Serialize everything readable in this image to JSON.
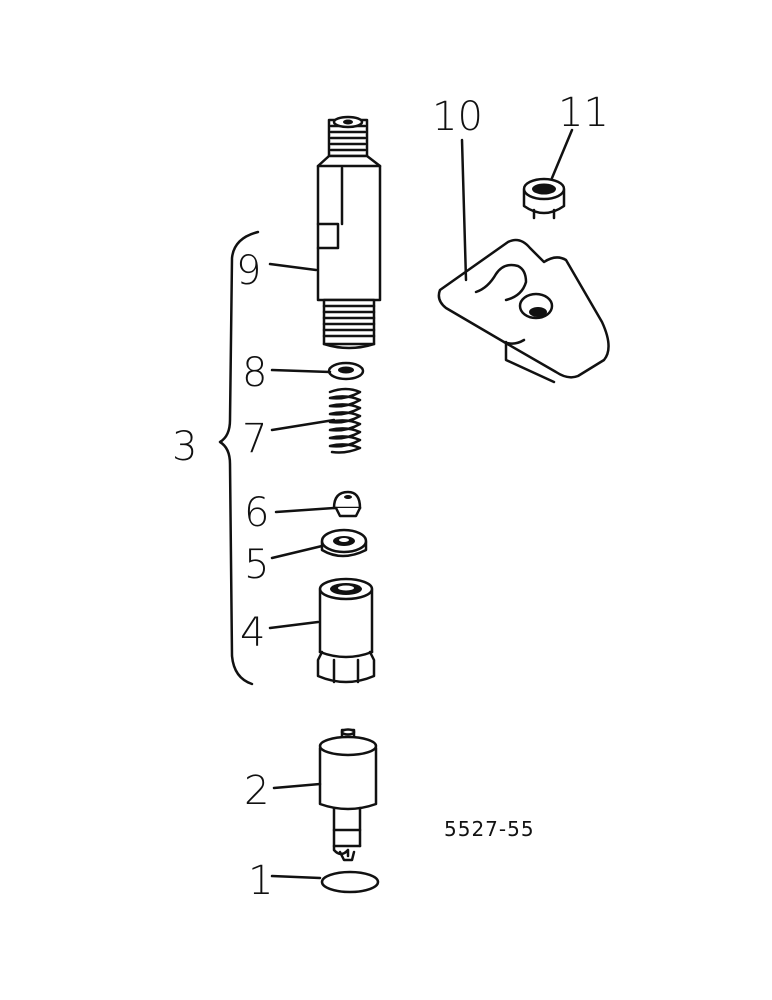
{
  "callouts": {
    "c1": "1",
    "c2": "2",
    "c3": "3",
    "c4": "4",
    "c5": "5",
    "c6": "6",
    "c7": "7",
    "c8": "8",
    "c9": "9",
    "c10": "10",
    "c11": "11"
  },
  "reference_code": "5527-55",
  "parts": [
    {
      "callout": "1",
      "icon": "o-ring-icon"
    },
    {
      "callout": "2",
      "icon": "nozzle-icon"
    },
    {
      "callout": "3",
      "icon": "group-brace-icon"
    },
    {
      "callout": "4",
      "icon": "cap-nut-icon"
    },
    {
      "callout": "5",
      "icon": "spacer-washer-icon"
    },
    {
      "callout": "6",
      "icon": "valve-seat-icon"
    },
    {
      "callout": "7",
      "icon": "spring-icon"
    },
    {
      "callout": "8",
      "icon": "spring-washer-icon"
    },
    {
      "callout": "9",
      "icon": "injector-body-icon"
    },
    {
      "callout": "10",
      "icon": "clamp-icon"
    },
    {
      "callout": "11",
      "icon": "nut-icon"
    }
  ]
}
